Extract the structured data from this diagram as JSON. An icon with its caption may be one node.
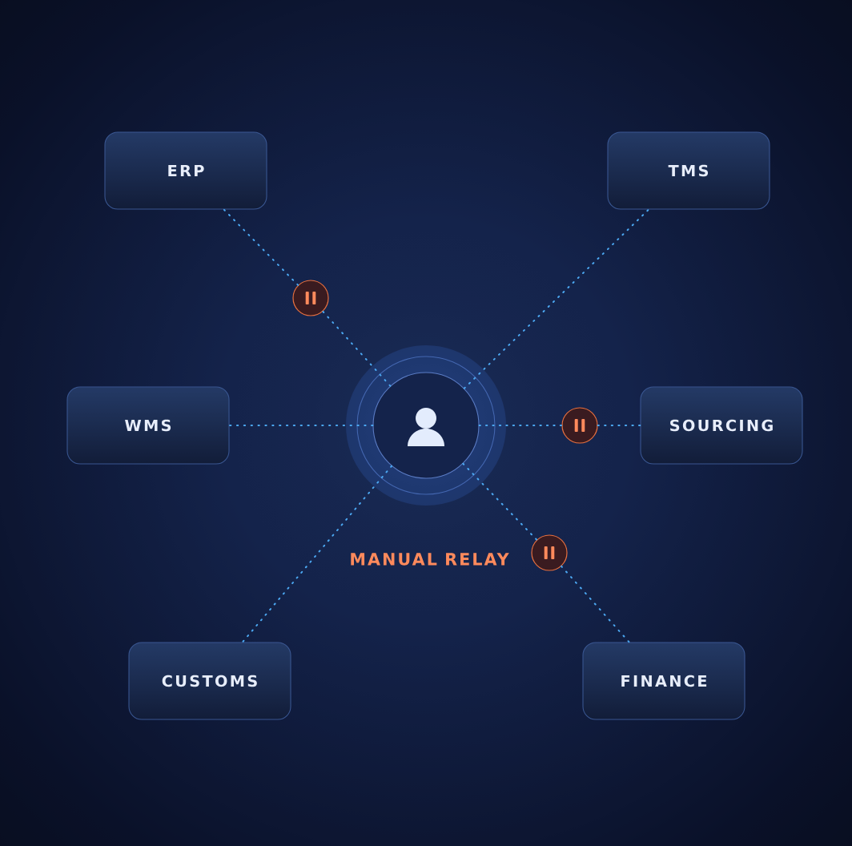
{
  "diagram": {
    "nodes": [
      {
        "text": [
          "ERP"
        ]
      },
      {
        "text": [
          "TMS"
        ]
      },
      {
        "text": [],
        "shape": "circle"
      },
      {
        "text": [
          "WMS"
        ]
      },
      {
        "text": [],
        "shape": "circle"
      },
      {
        "text": [],
        "shape": "circle"
      },
      {
        "text": [
          "SOURCING"
        ]
      },
      {
        "text": [],
        "shape": "circle"
      },
      {
        "text": [
          "CUSTOMS"
        ]
      },
      {
        "text": [
          "FINANCE"
        ]
      }
    ],
    "edges": [
      {
        "from": 4,
        "to": 2,
        "arrow": "none"
      },
      {
        "from": 2,
        "to": 0,
        "arrow": "none"
      },
      {
        "from": 4,
        "to": 1,
        "arrow": "none"
      },
      {
        "from": 4,
        "to": 3,
        "arrow": "none"
      },
      {
        "from": 4,
        "to": 5,
        "arrow": "none"
      },
      {
        "from": 5,
        "to": 6,
        "arrow": "none"
      },
      {
        "from": 4,
        "to": 8,
        "arrow": "none"
      },
      {
        "from": 4,
        "to": 7,
        "arrow": "none"
      },
      {
        "from": 7,
        "to": 9,
        "arrow": "none"
      }
    ],
    "labels": [
      "MANUAL RELAY"
    ]
  }
}
